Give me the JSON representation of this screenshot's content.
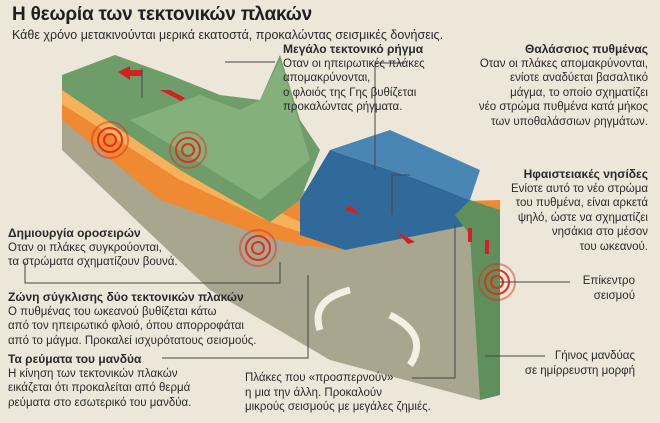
{
  "title": "Η θεωρία των τεκτονικών πλακών",
  "subtitle": "Κάθε χρόνο μετακινούνται μερικά εκατοστά, προκαλώντας σεισμικές δονήσεις.",
  "labels": {
    "fault": {
      "title": "Μεγάλο τεκτονικό ρήγμα",
      "lines": [
        "Οταν οι ηπειρωτικές πλάκες",
        "απομακρύνονται,",
        "ο φλοιός της Γης  βυθίζεται",
        "προκαλώντας ρήγματα."
      ]
    },
    "seabed": {
      "title": "Θαλάσσιος πυθμένας",
      "lines": [
        "Οταν οι πλάκες απομακρύνονται,",
        "ενίοτε αναδύεται  βασαλτικό",
        "μάγμα, το οποίο σχηματίζει",
        "νέο στρώμα πυθμένα κατά μήκος",
        "των υποθαλάσσιων ρηγμάτων."
      ]
    },
    "islands": {
      "title": "Ηφαιστειακές νησίδες",
      "lines": [
        "Ενίοτε  αυτό το νέο στρώμα",
        "του πυθμένα, είναι αρκετά",
        "ψηλό, ώστε να  σχηματίζει",
        "νησάκια στο μέσον",
        "του ωκεανού."
      ]
    },
    "mountains": {
      "title": "Δημιουργία οροσειρών",
      "lines": [
        "Οταν οι πλάκες συγκρούονται,",
        "τα στρώματα σχηματίζουν βουνά."
      ]
    },
    "subduction": {
      "title": "Ζώνη σύγκλισης δύο τεκτονικών πλακών",
      "lines": [
        "Ο πυθμένας του ωκεανού βυθίζεται κάτω",
        "από τον ηπειρωτικό φλοιό, όπου απορροφάται",
        "από το μάγμα. Προκαλεί ισχυρότατους σεισμούς."
      ]
    },
    "currents": {
      "title": "Τα ρεύματα του μανδύα",
      "lines": [
        "Η κίνηση των τεκτονικών πλακών",
        "εικάζεται ότι προκαλείται από θερμά",
        "ρεύματα στο εσωτερικό του μανδύα."
      ]
    },
    "transform": {
      "lines": [
        "Πλάκες που «προσπερνούν»",
        "η μια την άλλη. Προκαλούν",
        "μικρούς σεισμούς με μεγάλες ζημιές."
      ]
    },
    "epicenter": {
      "lines": [
        "Επίκεντρο",
        "σεισμού"
      ]
    },
    "mantle": {
      "lines": [
        "Γήινος μανδύας",
        "σε ημίρρευστη μορφή"
      ]
    }
  },
  "colors": {
    "background": "#ede7da",
    "land": "#6f9d6a",
    "crust": "#e87a2a",
    "ocean": "#2f6a9a",
    "mantle": "#a7a48e",
    "arrow": "#d42020"
  }
}
